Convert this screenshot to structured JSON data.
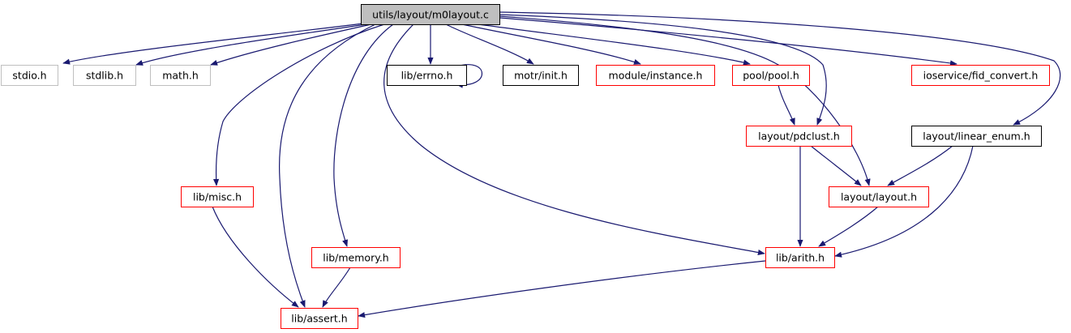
{
  "diagram": {
    "title": "utils/layout/m0layout.c include dependency graph",
    "colors": {
      "edge": "#191970",
      "root_fill": "#bfbfbf",
      "border_black": "#000000",
      "border_red": "#ff0000",
      "border_gray": "#bfbfbf",
      "text": "#000000"
    },
    "nodes": [
      {
        "id": "root",
        "label": "utils/layout/m0layout.c",
        "style": "root"
      },
      {
        "id": "stdio",
        "label": "stdio.h",
        "style": "gray"
      },
      {
        "id": "stdlib",
        "label": "stdlib.h",
        "style": "gray"
      },
      {
        "id": "math",
        "label": "math.h",
        "style": "gray"
      },
      {
        "id": "errno",
        "label": "lib/errno.h",
        "style": "black"
      },
      {
        "id": "init",
        "label": "motr/init.h",
        "style": "black"
      },
      {
        "id": "instance",
        "label": "module/instance.h",
        "style": "red"
      },
      {
        "id": "pool",
        "label": "pool/pool.h",
        "style": "red"
      },
      {
        "id": "fid_convert",
        "label": "ioservice/fid_convert.h",
        "style": "red"
      },
      {
        "id": "pdclust",
        "label": "layout/pdclust.h",
        "style": "red"
      },
      {
        "id": "linear_enum",
        "label": "layout/linear_enum.h",
        "style": "black"
      },
      {
        "id": "misc",
        "label": "lib/misc.h",
        "style": "red"
      },
      {
        "id": "layout",
        "label": "layout/layout.h",
        "style": "red"
      },
      {
        "id": "memory",
        "label": "lib/memory.h",
        "style": "red"
      },
      {
        "id": "arith",
        "label": "lib/arith.h",
        "style": "red"
      },
      {
        "id": "assert",
        "label": "lib/assert.h",
        "style": "red"
      }
    ],
    "edges": [
      {
        "from": "root",
        "to": "stdio"
      },
      {
        "from": "root",
        "to": "stdlib"
      },
      {
        "from": "root",
        "to": "math"
      },
      {
        "from": "root",
        "to": "errno"
      },
      {
        "from": "root",
        "to": "init"
      },
      {
        "from": "root",
        "to": "instance"
      },
      {
        "from": "root",
        "to": "pool"
      },
      {
        "from": "root",
        "to": "fid_convert"
      },
      {
        "from": "root",
        "to": "pdclust"
      },
      {
        "from": "root",
        "to": "linear_enum"
      },
      {
        "from": "root",
        "to": "misc"
      },
      {
        "from": "root",
        "to": "layout"
      },
      {
        "from": "root",
        "to": "memory"
      },
      {
        "from": "root",
        "to": "arith"
      },
      {
        "from": "root",
        "to": "assert"
      },
      {
        "from": "errno",
        "to": "errno"
      },
      {
        "from": "pool",
        "to": "pdclust"
      },
      {
        "from": "pdclust",
        "to": "layout"
      },
      {
        "from": "pdclust",
        "to": "arith"
      },
      {
        "from": "linear_enum",
        "to": "layout"
      },
      {
        "from": "linear_enum",
        "to": "arith"
      },
      {
        "from": "layout",
        "to": "arith"
      },
      {
        "from": "misc",
        "to": "assert"
      },
      {
        "from": "memory",
        "to": "assert"
      },
      {
        "from": "arith",
        "to": "assert"
      }
    ]
  }
}
